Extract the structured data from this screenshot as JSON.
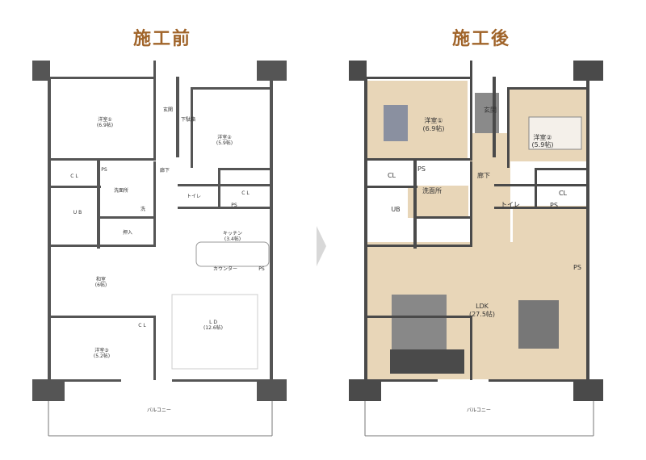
{
  "before": {
    "title": "施工前",
    "rooms": {
      "western1": "洋室①",
      "western1_size": "(6.9帖)",
      "entrance": "玄関",
      "shoebox": "下駄箱",
      "western2": "洋室②",
      "western2_size": "(5.9帖)",
      "cl1": "C L",
      "cl2": "C L",
      "cl3": "C L",
      "hall": "廊下",
      "washroom": "洗面所",
      "ps1": "PS",
      "ps2": "PS",
      "ps3": "PS",
      "toilet": "トイレ",
      "ub": "U B",
      "wash": "洗",
      "closet": "押入",
      "kitchen": "キッチン",
      "kitchen_size": "(3.4帖)",
      "counter": "カウンター",
      "japanese": "和室",
      "japanese_size": "(6帖)",
      "ld": "L D",
      "ld_size": "(12.6帖)",
      "western3": "洋室③",
      "western3_size": "(5.2帖)",
      "balcony": "バルコニー"
    }
  },
  "after": {
    "title": "施工後",
    "rooms": {
      "western1": "洋室①",
      "western1_size": "(6.9帖)",
      "entrance": "玄関",
      "western2": "洋室②",
      "western2_size": "(5.9帖)",
      "cl1": "CL",
      "cl2": "CL",
      "ps1": "PS",
      "ps2": "PS",
      "ps3": "PS",
      "hall": "廊下",
      "washroom": "洗面所",
      "ub": "UB",
      "toilet": "トイレ",
      "ldk": "LDK",
      "ldk_size": "(27.5帖)",
      "balcony": "バルコニー"
    }
  },
  "colors": {
    "title": "#a0642a",
    "wall": "#555555",
    "floor_after": "#e8d6b8",
    "arrow": "#d8d8d8"
  }
}
